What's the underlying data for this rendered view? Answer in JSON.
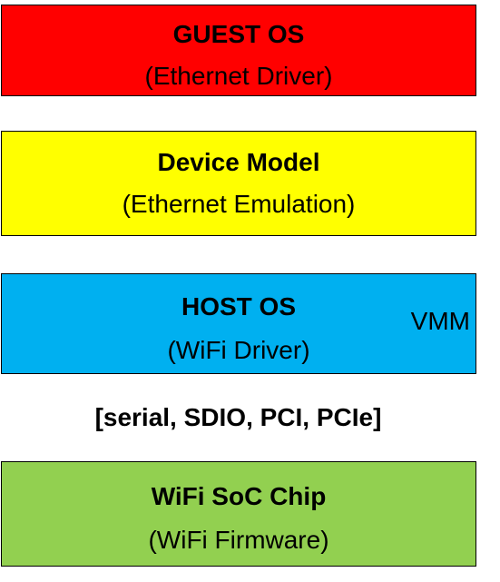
{
  "layers": {
    "guest": {
      "title": "GUEST OS",
      "subtitle": "(Ethernet Driver)",
      "fill": "#ff0000"
    },
    "device_model": {
      "title": "Device Model",
      "subtitle": "(Ethernet Emulation)",
      "fill": "#ffff00"
    },
    "host": {
      "title": "HOST OS",
      "subtitle": "(WiFi Driver)",
      "side_label": "VMM",
      "fill": "#00b0f0"
    },
    "chip": {
      "title": "WiFi SoC Chip",
      "subtitle": "(WiFi Firmware)",
      "fill": "#92d050"
    }
  },
  "bus_label": "[serial, SDIO, PCI, PCIe]"
}
